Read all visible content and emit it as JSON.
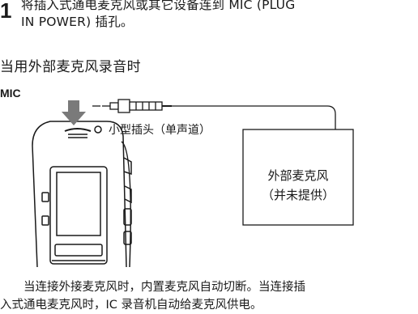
{
  "step": {
    "number": "1",
    "line1": "将插入式通电麦克风或其它设备连到 MIC (PLUG",
    "line2": "IN POWER) 插孔。"
  },
  "heading": "当用外部麦克风录音时",
  "diagram": {
    "jack_label": "MIC",
    "plug_label": "小型插头（单声道）",
    "mic_line1": "外部麦克风",
    "mic_line2": "（并未提供）"
  },
  "note": {
    "line1": "　　当连接外接麦克风时，内置麦克风自动切断。当连接插",
    "line2": "入式通电麦克风时，IC 录音机自动给麦克风供电。"
  }
}
